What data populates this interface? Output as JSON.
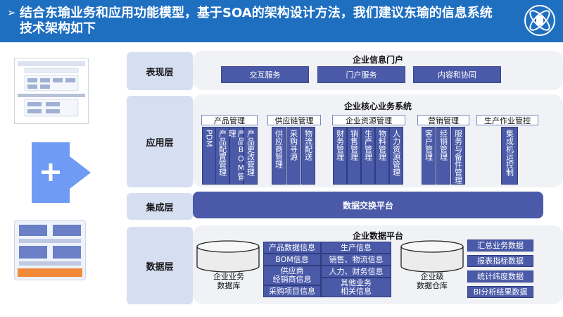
{
  "header": {
    "arrow": "➢",
    "title": "结合东瑜业务和应用功能模型，基于SOA的架构设计方法，我们建议东瑜的信息系统技术架构如下"
  },
  "layers": {
    "presentation": "表现层",
    "application": "应用层",
    "integration": "集成层",
    "data": "数据层"
  },
  "portal": {
    "title": "企业信息门户",
    "items": [
      "交互服务",
      "门户服务",
      "内容和协同"
    ]
  },
  "core": {
    "title": "企业核心业务系统",
    "groups": [
      {
        "name": "产品管理",
        "items": [
          "PDM",
          "产品配置管理",
          "产品BOM管理",
          "产品更改管理"
        ]
      },
      {
        "name": "供应链管理",
        "items": [
          "供应商管理",
          "采购寻源",
          "物流配送"
        ]
      },
      {
        "name": "企业资源管理",
        "items": [
          "财务管理",
          "销售管理",
          "生产管理",
          "物料管理",
          "人力资源管理"
        ]
      },
      {
        "name": "营销管理",
        "items": [
          "客户管理",
          "经销管理",
          "服务与备件管理"
        ]
      },
      {
        "name": "生产作业管控",
        "items": [
          "集成机运控制"
        ]
      }
    ]
  },
  "integration": {
    "label": "数据交换平台"
  },
  "data_platform": {
    "title": "企业数据平台",
    "db_left": "企业业务\n数据库",
    "grid": [
      [
        "产品数据信息",
        "生产信息"
      ],
      [
        "BOM信息",
        "销售、物流信息"
      ],
      [
        "供应商\n经销商信息",
        "人力、财务信息"
      ],
      [
        "采购项目信息",
        "其他业务\n相关信息"
      ]
    ],
    "db_right": "企业级\n数据仓库",
    "outputs": [
      "汇总业务数据",
      "报表指标数据",
      "统计纬度数据",
      "BI分析结果数据"
    ]
  },
  "colors": {
    "header_bg": "#1f6fc1",
    "box": "#4a5aa8",
    "label_bg": "#d6dff1",
    "panel_bg": "#f0f2f6",
    "arrow": "#5b8ff9"
  }
}
